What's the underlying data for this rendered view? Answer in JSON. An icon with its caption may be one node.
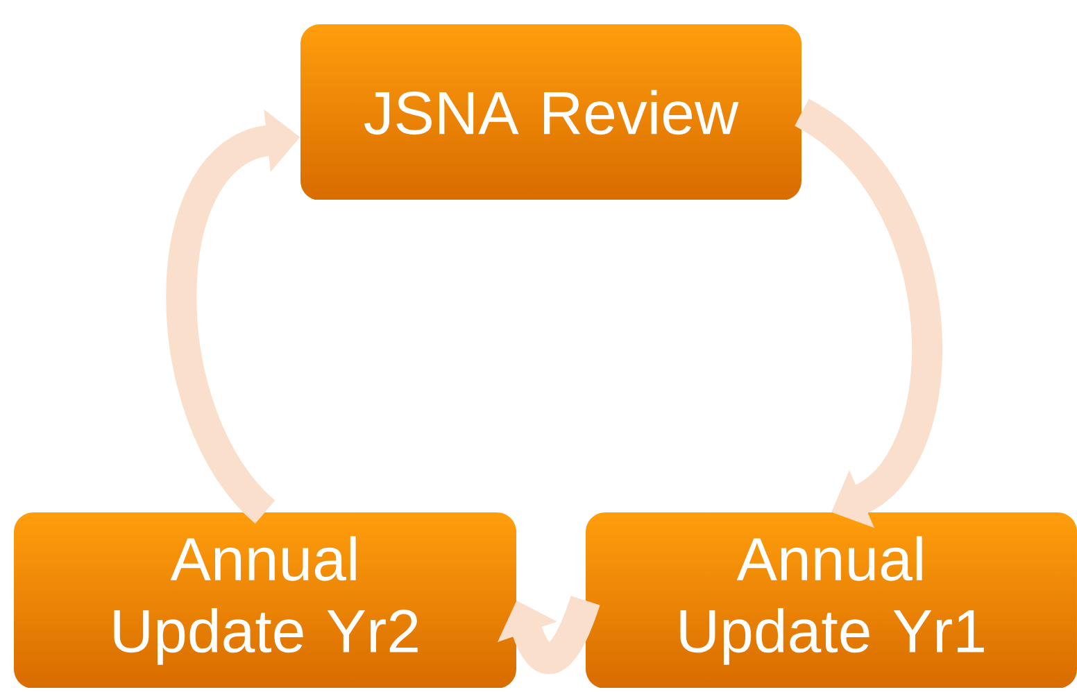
{
  "diagram": {
    "nodes": [
      {
        "text": [
          "JSNA Review"
        ]
      },
      {
        "text": [
          "Annual Update Yr1"
        ]
      },
      {
        "text": [
          "Annual Update Yr2"
        ]
      }
    ],
    "edges": [
      {
        "from": 0,
        "to": 1,
        "arrow": "to"
      },
      {
        "from": 1,
        "to": 2,
        "arrow": "to"
      },
      {
        "from": 2,
        "to": 0,
        "arrow": "to"
      }
    ]
  }
}
